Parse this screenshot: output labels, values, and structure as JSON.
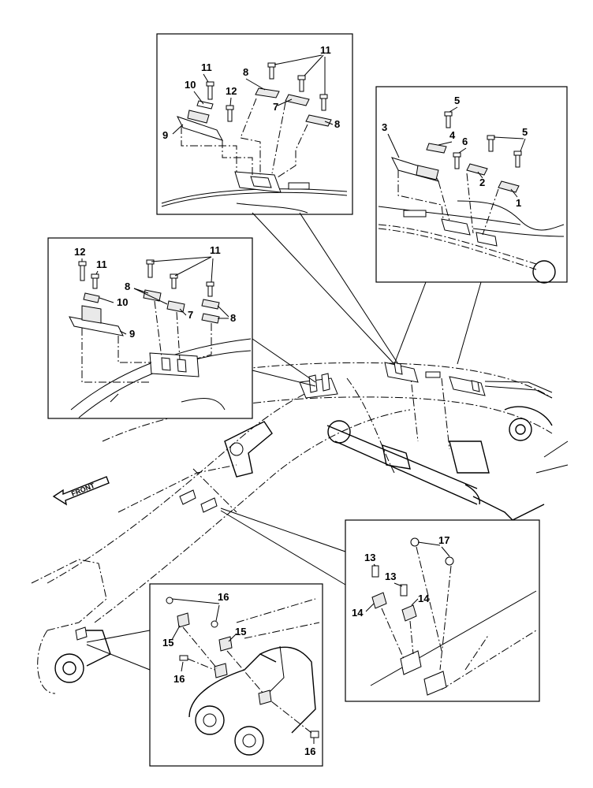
{
  "diagram": {
    "front_label": "FRONT",
    "callouts": [
      {
        "id": "c1",
        "text": "1"
      },
      {
        "id": "c2",
        "text": "2"
      },
      {
        "id": "c3",
        "text": "3"
      },
      {
        "id": "c4",
        "text": "4"
      },
      {
        "id": "c5a",
        "text": "5"
      },
      {
        "id": "c5b",
        "text": "5"
      },
      {
        "id": "c6",
        "text": "6"
      },
      {
        "id": "c7a",
        "text": "7"
      },
      {
        "id": "c7b",
        "text": "7"
      },
      {
        "id": "c8a",
        "text": "8"
      },
      {
        "id": "c8b",
        "text": "8"
      },
      {
        "id": "c8c",
        "text": "8"
      },
      {
        "id": "c8d",
        "text": "8"
      },
      {
        "id": "c9a",
        "text": "9"
      },
      {
        "id": "c9b",
        "text": "9"
      },
      {
        "id": "c10a",
        "text": "10"
      },
      {
        "id": "c10b",
        "text": "10"
      },
      {
        "id": "c11a",
        "text": "11"
      },
      {
        "id": "c11b",
        "text": "11"
      },
      {
        "id": "c11c",
        "text": "11"
      },
      {
        "id": "c11d",
        "text": "11"
      },
      {
        "id": "c12a",
        "text": "12"
      },
      {
        "id": "c12b",
        "text": "12"
      },
      {
        "id": "c13a",
        "text": "13"
      },
      {
        "id": "c13b",
        "text": "13"
      },
      {
        "id": "c14a",
        "text": "14"
      },
      {
        "id": "c14b",
        "text": "14"
      },
      {
        "id": "c15a",
        "text": "15"
      },
      {
        "id": "c15b",
        "text": "15"
      },
      {
        "id": "c16a",
        "text": "16"
      },
      {
        "id": "c16b",
        "text": "16"
      },
      {
        "id": "c16c",
        "text": "16"
      },
      {
        "id": "c17",
        "text": "17"
      }
    ]
  }
}
